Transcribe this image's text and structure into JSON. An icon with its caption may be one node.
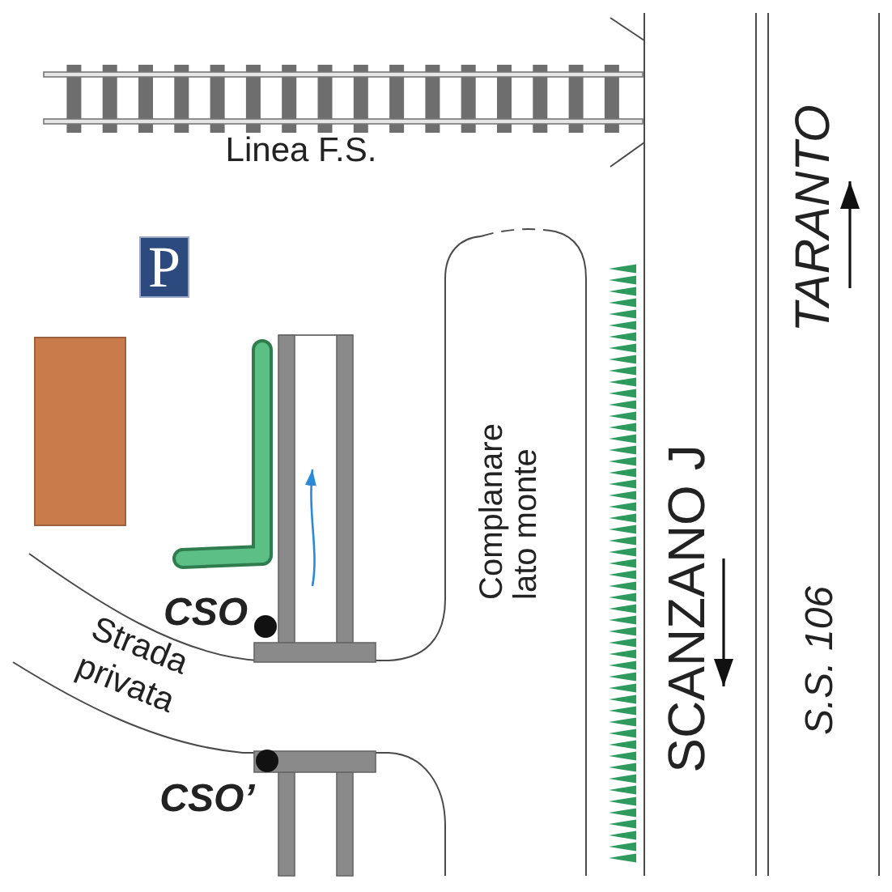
{
  "diagram": {
    "nodes": [
      {
        "text": [
          "P"
        ]
      },
      {
        "text": [],
        "shape": "box"
      }
    ],
    "labels": [
      "Linea F.S.",
      "TARANTO",
      "Complanare lato monte",
      "SCANZANO J",
      "CSO",
      "S.S. 106",
      "Strada privata",
      "CSO’"
    ]
  }
}
